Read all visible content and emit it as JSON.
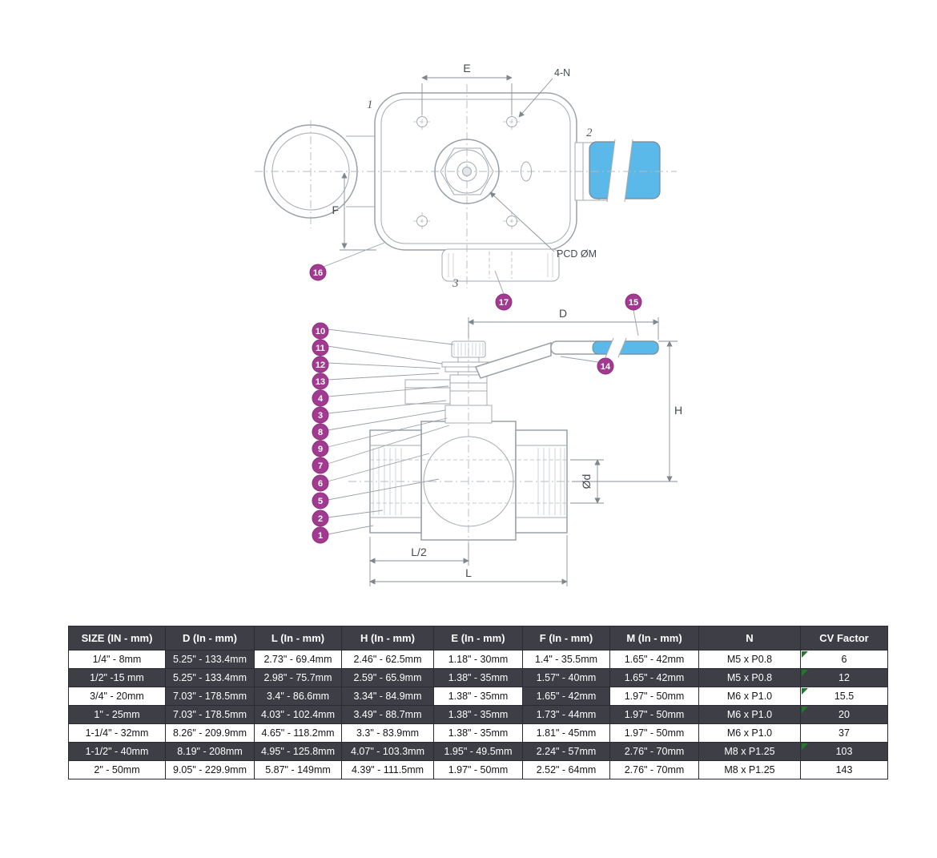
{
  "diagram": {
    "top_view": {
      "dim_e": "E",
      "bolt_count_label": "4-N",
      "dim_f": "F",
      "pcd_label": "PCD ØM",
      "port_labels": [
        "1",
        "2",
        "3"
      ],
      "callouts": [
        "16",
        "17"
      ]
    },
    "side_view": {
      "dim_d": "D",
      "dim_h": "H",
      "dim_bore": "Ød",
      "dim_half_length": "L/2",
      "dim_length": "L",
      "left_callouts": [
        "10",
        "11",
        "12",
        "13",
        "4",
        "3",
        "8",
        "9",
        "7",
        "6",
        "5",
        "2",
        "1"
      ],
      "handle_callouts": [
        "14",
        "15"
      ]
    },
    "colors": {
      "line_gray": "#98a0a8",
      "label_gray": "#454b52",
      "callout_badge": "#a13a90",
      "handle_blue": "#5ab9e9",
      "table_dark": "#3e3e46",
      "marker_green": "#217a2b"
    }
  },
  "table": {
    "headers": [
      "SIZE (IN - mm)",
      "D (In - mm)",
      "L (In - mm)",
      "H (In - mm)",
      "E (In - mm)",
      "F (In - mm)",
      "M (In - mm)",
      "N",
      "CV Factor"
    ],
    "rows": [
      {
        "cells": [
          "1/4\" - 8mm",
          "5.25\" - 133.4mm",
          "2.73\" - 69.4mm",
          "2.46\" - 62.5mm",
          "1.18\" - 30mm",
          "1.4\" - 35.5mm",
          "1.65\" - 42mm",
          "M5 x P0.8",
          "6"
        ],
        "dark": [
          0,
          1,
          0,
          0,
          0,
          0,
          0,
          0,
          0
        ],
        "green_marker_cols": [
          8
        ]
      },
      {
        "cells": [
          "1/2\" -15 mm",
          "5.25\" - 133.4mm",
          "2.98\" - 75.7mm",
          "2.59\" - 65.9mm",
          "1.38\" - 35mm",
          "1.57\" - 40mm",
          "1.65\" - 42mm",
          "M5 x P0.8",
          "12"
        ],
        "dark": [
          1,
          1,
          1,
          1,
          1,
          1,
          1,
          1,
          1
        ],
        "green_marker_cols": [
          8
        ]
      },
      {
        "cells": [
          "3/4\" - 20mm",
          "7.03\" - 178.5mm",
          "3.4\" - 86.6mm",
          "3.34\" - 84.9mm",
          "1.38\" - 35mm",
          "1.65\" - 42mm",
          "1.97\" - 50mm",
          "M6 x P1.0",
          "15.5"
        ],
        "dark": [
          0,
          1,
          1,
          1,
          0,
          1,
          0,
          0,
          0
        ],
        "green_marker_cols": [
          8
        ]
      },
      {
        "cells": [
          "1\" - 25mm",
          "7.03\" - 178.5mm",
          "4.03\" - 102.4mm",
          "3.49\" - 88.7mm",
          "1.38\" - 35mm",
          "1.73\" - 44mm",
          "1.97\" - 50mm",
          "M6 x P1.0",
          "20"
        ],
        "dark": [
          1,
          1,
          1,
          1,
          1,
          1,
          1,
          1,
          1
        ],
        "green_marker_cols": [
          8
        ]
      },
      {
        "cells": [
          "1-1/4\" - 32mm",
          "8.26\" - 209.9mm",
          "4.65\" - 118.2mm",
          "3.3\" - 83.9mm",
          "1.38\" - 35mm",
          "1.81\" - 45mm",
          "1.97\" - 50mm",
          "M6 x P1.0",
          "37"
        ],
        "dark": [
          0,
          0,
          0,
          0,
          0,
          0,
          0,
          0,
          0
        ],
        "green_marker_cols": []
      },
      {
        "cells": [
          "1-1/2\" - 40mm",
          "8.19\" - 208mm",
          "4.95\" - 125.8mm",
          "4.07\" - 103.3mm",
          "1.95\" - 49.5mm",
          "2.24\" - 57mm",
          "2.76\" - 70mm",
          "M8 x P1.25",
          "103"
        ],
        "dark": [
          1,
          1,
          1,
          1,
          1,
          1,
          1,
          1,
          1
        ],
        "green_marker_cols": [
          8
        ]
      },
      {
        "cells": [
          "2\" - 50mm",
          "9.05\" - 229.9mm",
          "5.87\" - 149mm",
          "4.39\" - 111.5mm",
          "1.97\" - 50mm",
          "2.52\" - 64mm",
          "2.76\" - 70mm",
          "M8 x P1.25",
          "143"
        ],
        "dark": [
          0,
          0,
          0,
          0,
          0,
          0,
          0,
          0,
          0
        ],
        "green_marker_cols": []
      }
    ]
  }
}
